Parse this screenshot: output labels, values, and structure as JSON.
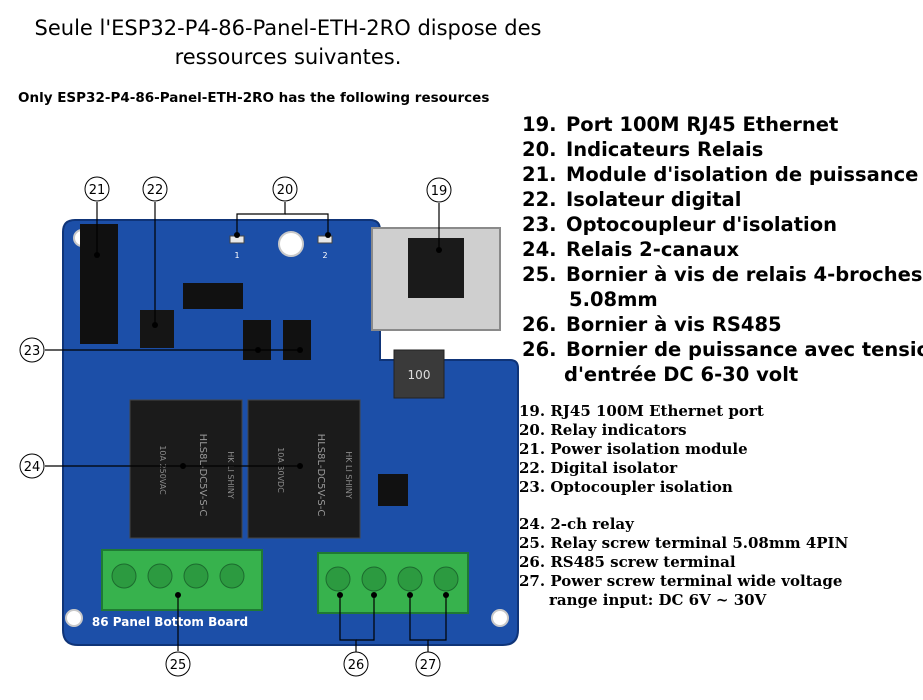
{
  "title_fr_line1": "Seule l'ESP32-P4-86-Panel-ETH-2RO dispose des",
  "title_fr_line2": "ressources suivantes.",
  "title_en": "Only ESP32-P4-86-Panel-ETH-2RO has the following resources",
  "fr_items": [
    {
      "num": "19.",
      "text": "Port 100M RJ45 Ethernet"
    },
    {
      "num": "20.",
      "text": "Indicateurs Relais"
    },
    {
      "num": "21.",
      "text": "Module d'isolation de puissance"
    },
    {
      "num": "22.",
      "text": "Isolateur digital"
    },
    {
      "num": "23.",
      "text": "Optocoupleur d'isolation"
    },
    {
      "num": "24.",
      "text": "Relais 2-canaux"
    },
    {
      "num": "25.",
      "text": "Bornier à vis de relais 4-broches",
      "cont": "5.08mm"
    },
    {
      "num": "26.",
      "text": "Bornier à vis RS485"
    },
    {
      "num": "26.",
      "text": "Bornier de puissance avec tension",
      "cont": "d'entrée DC 6-30 volt"
    }
  ],
  "en_items": [
    "19.  RJ45 100M Ethernet port",
    "20. Relay indicators",
    "21. Power isolation module",
    "22. Digital isolator",
    "23. Optocoupler isolation",
    "24. 2-ch relay",
    "25. Relay screw terminal 5.08mm 4PIN",
    "26. RS485 screw terminal",
    "27. Power screw terminal wide voltage",
    "range input: DC 6V ~ 30V"
  ],
  "callouts": [
    "21",
    "22",
    "20",
    "19",
    "23",
    "24",
    "25",
    "26",
    "27"
  ],
  "board": {
    "label": "86 Panel Bottom Board",
    "relay_model": "HLS8L-DC5V-S-C",
    "relay_brand": "HK LI SHINY",
    "relay_rating_1": "10A 250VAC",
    "relay_rating_2": "10A 30VDC",
    "inductor_code": "100",
    "led_labels": [
      "1",
      "2"
    ],
    "pcb_color": "#1c4fa8",
    "terminal_color": "#37b24d"
  }
}
